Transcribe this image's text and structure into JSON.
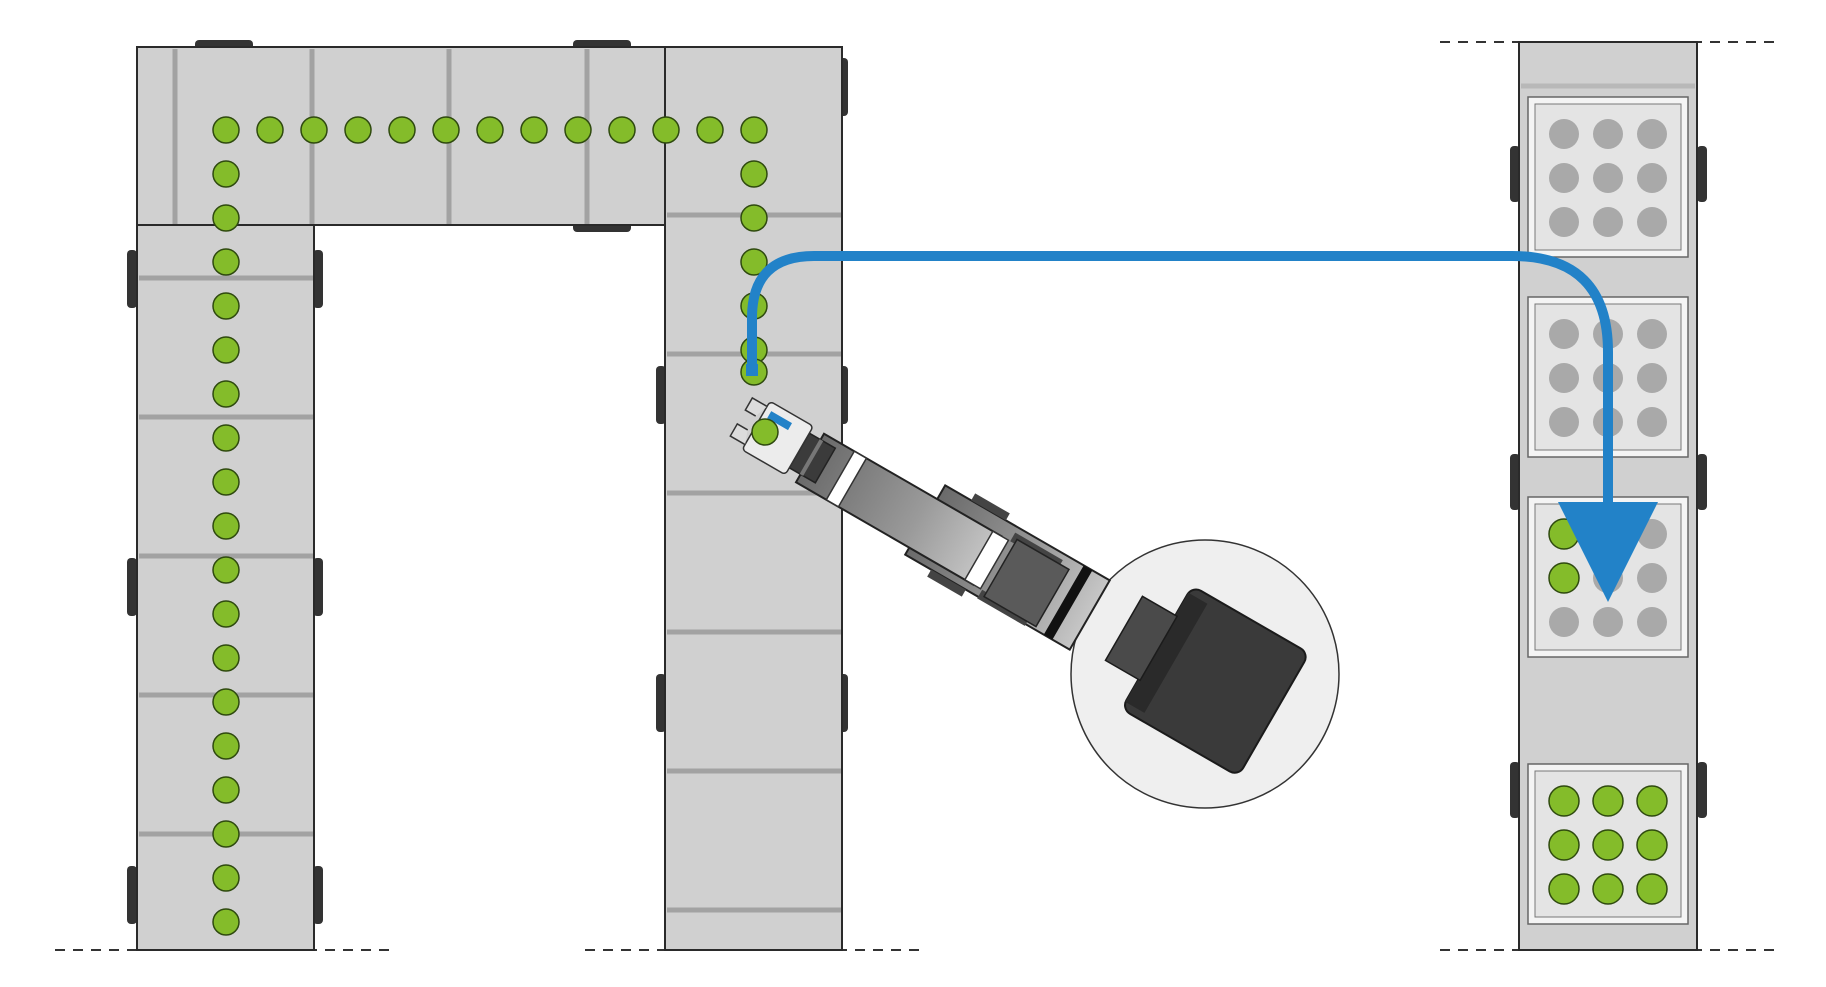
{
  "colors": {
    "conveyor_fill": "#d0d0d0",
    "conveyor_stroke": "#2a2a2a",
    "conveyor_seam": "#a2a2a2",
    "foot": "#333333",
    "part_green": "#84bc2a",
    "part_outline": "#2f4a0f",
    "empty_pocket": "#a9a9a9",
    "tray_fill": "#e4e4e4",
    "tray_frame": "#f4f4f4",
    "path_blue": "#2282c8",
    "robot_dark": "#555555",
    "robot_base": "#3a3a3a",
    "robot_circle": "#efefef"
  },
  "icons": {
    "robot": "robot-arm-icon",
    "gripper": "gripper-icon",
    "path": "arrow-path-icon"
  },
  "trays": [
    {
      "filled": []
    },
    {
      "filled": []
    },
    {
      "filled": [
        0,
        3
      ]
    },
    {
      "filled": [
        0,
        1,
        2,
        3,
        4,
        5,
        6,
        7,
        8
      ]
    }
  ]
}
